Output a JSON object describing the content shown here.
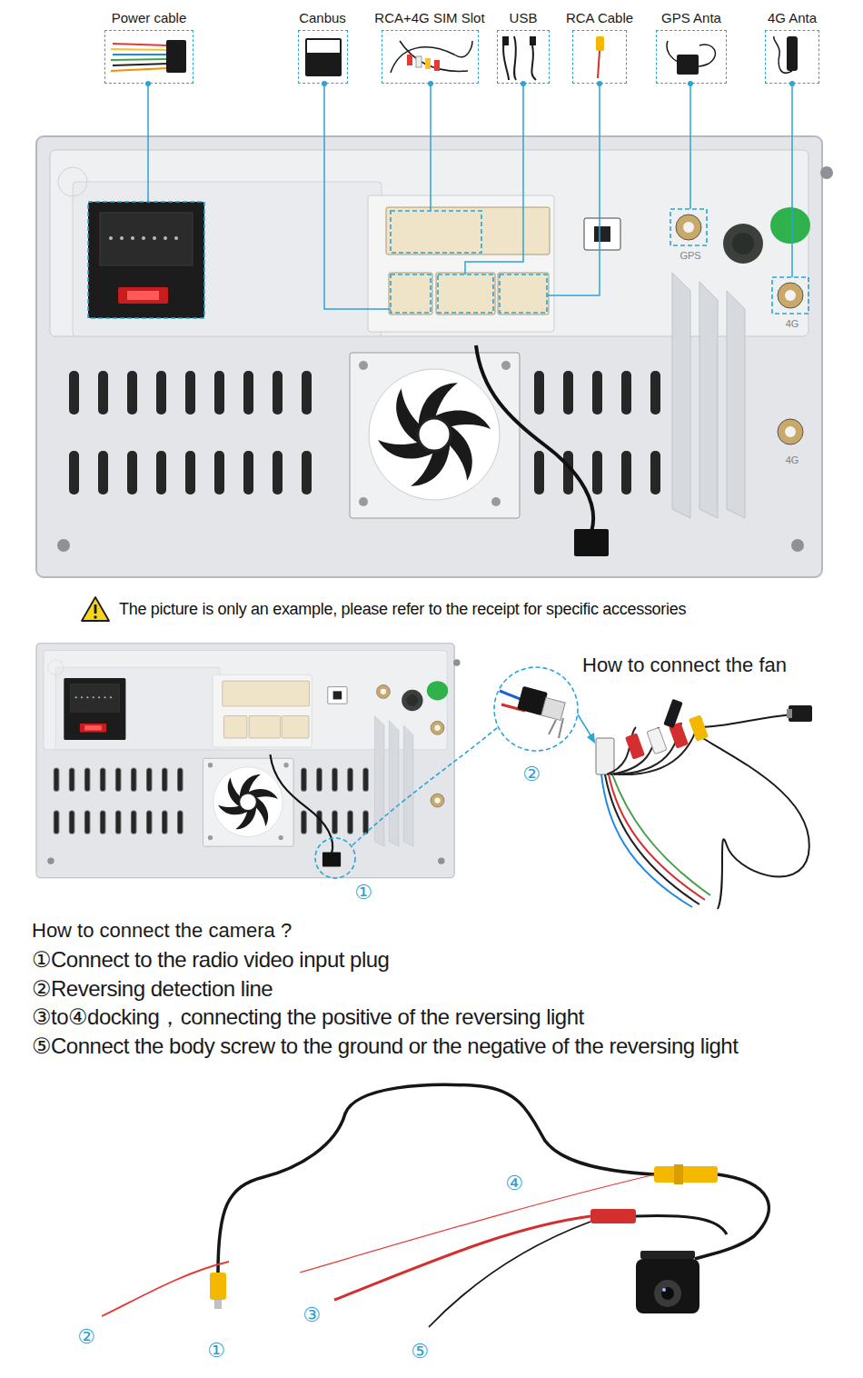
{
  "diagram": {
    "nodes": [
      {
        "text": [
          "Power cable"
        ]
      },
      {
        "text": [
          "Canbus"
        ]
      },
      {
        "text": [
          "RCA+4G SIM Slot"
        ]
      },
      {
        "text": [
          "USB"
        ]
      },
      {
        "text": [
          "RCA Cable"
        ]
      },
      {
        "text": [
          "GPS Anta"
        ]
      },
      {
        "text": [
          "4G Anta"
        ]
      }
    ],
    "labels": [
      "GPS",
      "4G",
      "4G",
      "The picture is only an example, please refer to the receipt for specific accessories",
      "How to connect the fan",
      "①",
      "②",
      "How to connect the camera ?",
      "①Connect to the radio video input plug",
      "②Reversing detection line",
      "③to④docking，connecting the positive of the reversing light",
      "⑤Connect the body screw to the ground or the negative of the reversing light",
      "④",
      "②",
      "①",
      "③",
      "⑤"
    ]
  }
}
